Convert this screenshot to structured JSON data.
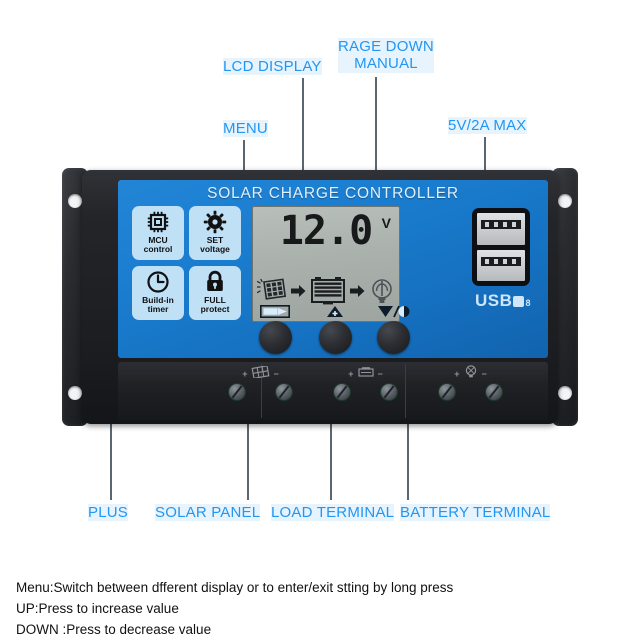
{
  "annotations": {
    "lcd_display": "LCD DISPLAY",
    "rage_down_manual": "RAGE DOWN\nMANUAL",
    "menu": "MENU",
    "usb_rating": "5V/2A MAX",
    "plus": "PLUS",
    "solar_panel": "SOLAR PANEL",
    "load_terminal": "LOAD TERMINAL",
    "battery_terminal": "BATTERY TERMINAL"
  },
  "device": {
    "title": "SOLAR CHARGE CONTROLLER",
    "badges": [
      {
        "icon": "mcu-chip-icon",
        "caption": "MCU\ncontrol"
      },
      {
        "icon": "gear-icon",
        "caption": "SET\nvoltage"
      },
      {
        "icon": "clock-icon",
        "caption": "Build-in\ntimer"
      },
      {
        "icon": "lock-icon",
        "caption": "FULL\nprotect"
      }
    ],
    "lcd": {
      "value": "12.0",
      "unit": "V",
      "flow_icons": [
        "sun-solar-panel-icon",
        "arrow-right-icon",
        "battery-icon",
        "arrow-right-icon",
        "light-bulb-icon"
      ]
    },
    "buttons": [
      {
        "icon": "menu-battery-icon",
        "name": "menu-button"
      },
      {
        "icon": "up-triangle-plus-icon",
        "name": "up-button"
      },
      {
        "icon": "down-triangle-bulb-icon",
        "name": "down-button"
      }
    ],
    "usb": {
      "label": "USB",
      "sub": "8",
      "ports": 2
    },
    "terminals": [
      {
        "group": "solar-panel",
        "symbol": "solar-panel-icon",
        "plus": "+",
        "minus": "−"
      },
      {
        "group": "battery",
        "symbol": "battery-icon",
        "plus": "+",
        "minus": "−"
      },
      {
        "group": "load",
        "symbol": "light-bulb-icon",
        "plus": "+",
        "minus": "−"
      }
    ]
  },
  "footer": {
    "line1": "Menu:Switch between dfferent display or to enter/exit stting by long press",
    "line2": "UP:Press to increase value",
    "line3": "DOWN :Press to decrease value"
  },
  "colors": {
    "accent_blue": "#2196f3",
    "label_bg": "#e8f4fd",
    "faceplate_blue": "#1b7ed0",
    "badge_blue": "#bfe0f5",
    "lcd_gray": "#aab1ad",
    "chassis_black": "#232529"
  }
}
